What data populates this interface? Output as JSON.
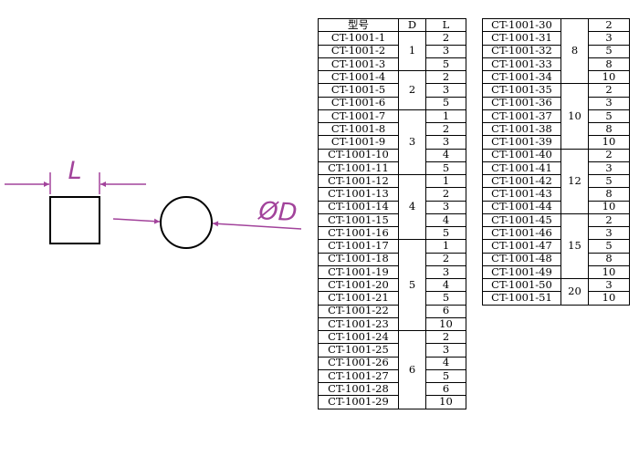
{
  "diagram": {
    "length_label": "L",
    "diameter_label": "ØD",
    "dimension_color": "#a2439b"
  },
  "table": {
    "headers": [
      "型号",
      "D",
      "L"
    ],
    "left_groups": [
      {
        "D": "1",
        "rows": [
          [
            "CT-1001-1",
            "2"
          ],
          [
            "CT-1001-2",
            "3"
          ],
          [
            "CT-1001-3",
            "5"
          ]
        ]
      },
      {
        "D": "2",
        "rows": [
          [
            "CT-1001-4",
            "2"
          ],
          [
            "CT-1001-5",
            "3"
          ],
          [
            "CT-1001-6",
            "5"
          ]
        ]
      },
      {
        "D": "3",
        "rows": [
          [
            "CT-1001-7",
            "1"
          ],
          [
            "CT-1001-8",
            "2"
          ],
          [
            "CT-1001-9",
            "3"
          ],
          [
            "CT-1001-10",
            "4"
          ],
          [
            "CT-1001-11",
            "5"
          ]
        ]
      },
      {
        "D": "4",
        "rows": [
          [
            "CT-1001-12",
            "1"
          ],
          [
            "CT-1001-13",
            "2"
          ],
          [
            "CT-1001-14",
            "3"
          ],
          [
            "CT-1001-15",
            "4"
          ],
          [
            "CT-1001-16",
            "5"
          ]
        ]
      },
      {
        "D": "5",
        "rows": [
          [
            "CT-1001-17",
            "1"
          ],
          [
            "CT-1001-18",
            "2"
          ],
          [
            "CT-1001-19",
            "3"
          ],
          [
            "CT-1001-20",
            "4"
          ],
          [
            "CT-1001-21",
            "5"
          ],
          [
            "CT-1001-22",
            "6"
          ],
          [
            "CT-1001-23",
            "10"
          ]
        ]
      },
      {
        "D": "6",
        "rows": [
          [
            "CT-1001-24",
            "2"
          ],
          [
            "CT-1001-25",
            "3"
          ],
          [
            "CT-1001-26",
            "4"
          ],
          [
            "CT-1001-27",
            "5"
          ],
          [
            "CT-1001-28",
            "6"
          ],
          [
            "CT-1001-29",
            "10"
          ]
        ]
      }
    ],
    "right_groups": [
      {
        "D": "8",
        "rows": [
          [
            "CT-1001-30",
            "2"
          ],
          [
            "CT-1001-31",
            "3"
          ],
          [
            "CT-1001-32",
            "5"
          ],
          [
            "CT-1001-33",
            "8"
          ],
          [
            "CT-1001-34",
            "10"
          ]
        ]
      },
      {
        "D": "10",
        "rows": [
          [
            "CT-1001-35",
            "2"
          ],
          [
            "CT-1001-36",
            "3"
          ],
          [
            "CT-1001-37",
            "5"
          ],
          [
            "CT-1001-38",
            "8"
          ],
          [
            "CT-1001-39",
            "10"
          ]
        ]
      },
      {
        "D": "12",
        "rows": [
          [
            "CT-1001-40",
            "2"
          ],
          [
            "CT-1001-41",
            "3"
          ],
          [
            "CT-1001-42",
            "5"
          ],
          [
            "CT-1001-43",
            "8"
          ],
          [
            "CT-1001-44",
            "10"
          ]
        ]
      },
      {
        "D": "15",
        "rows": [
          [
            "CT-1001-45",
            "2"
          ],
          [
            "CT-1001-46",
            "3"
          ],
          [
            "CT-1001-47",
            "5"
          ],
          [
            "CT-1001-48",
            "8"
          ],
          [
            "CT-1001-49",
            "10"
          ]
        ]
      },
      {
        "D": "20",
        "rows": [
          [
            "CT-1001-50",
            "3"
          ],
          [
            "CT-1001-51",
            "10"
          ]
        ]
      }
    ]
  }
}
